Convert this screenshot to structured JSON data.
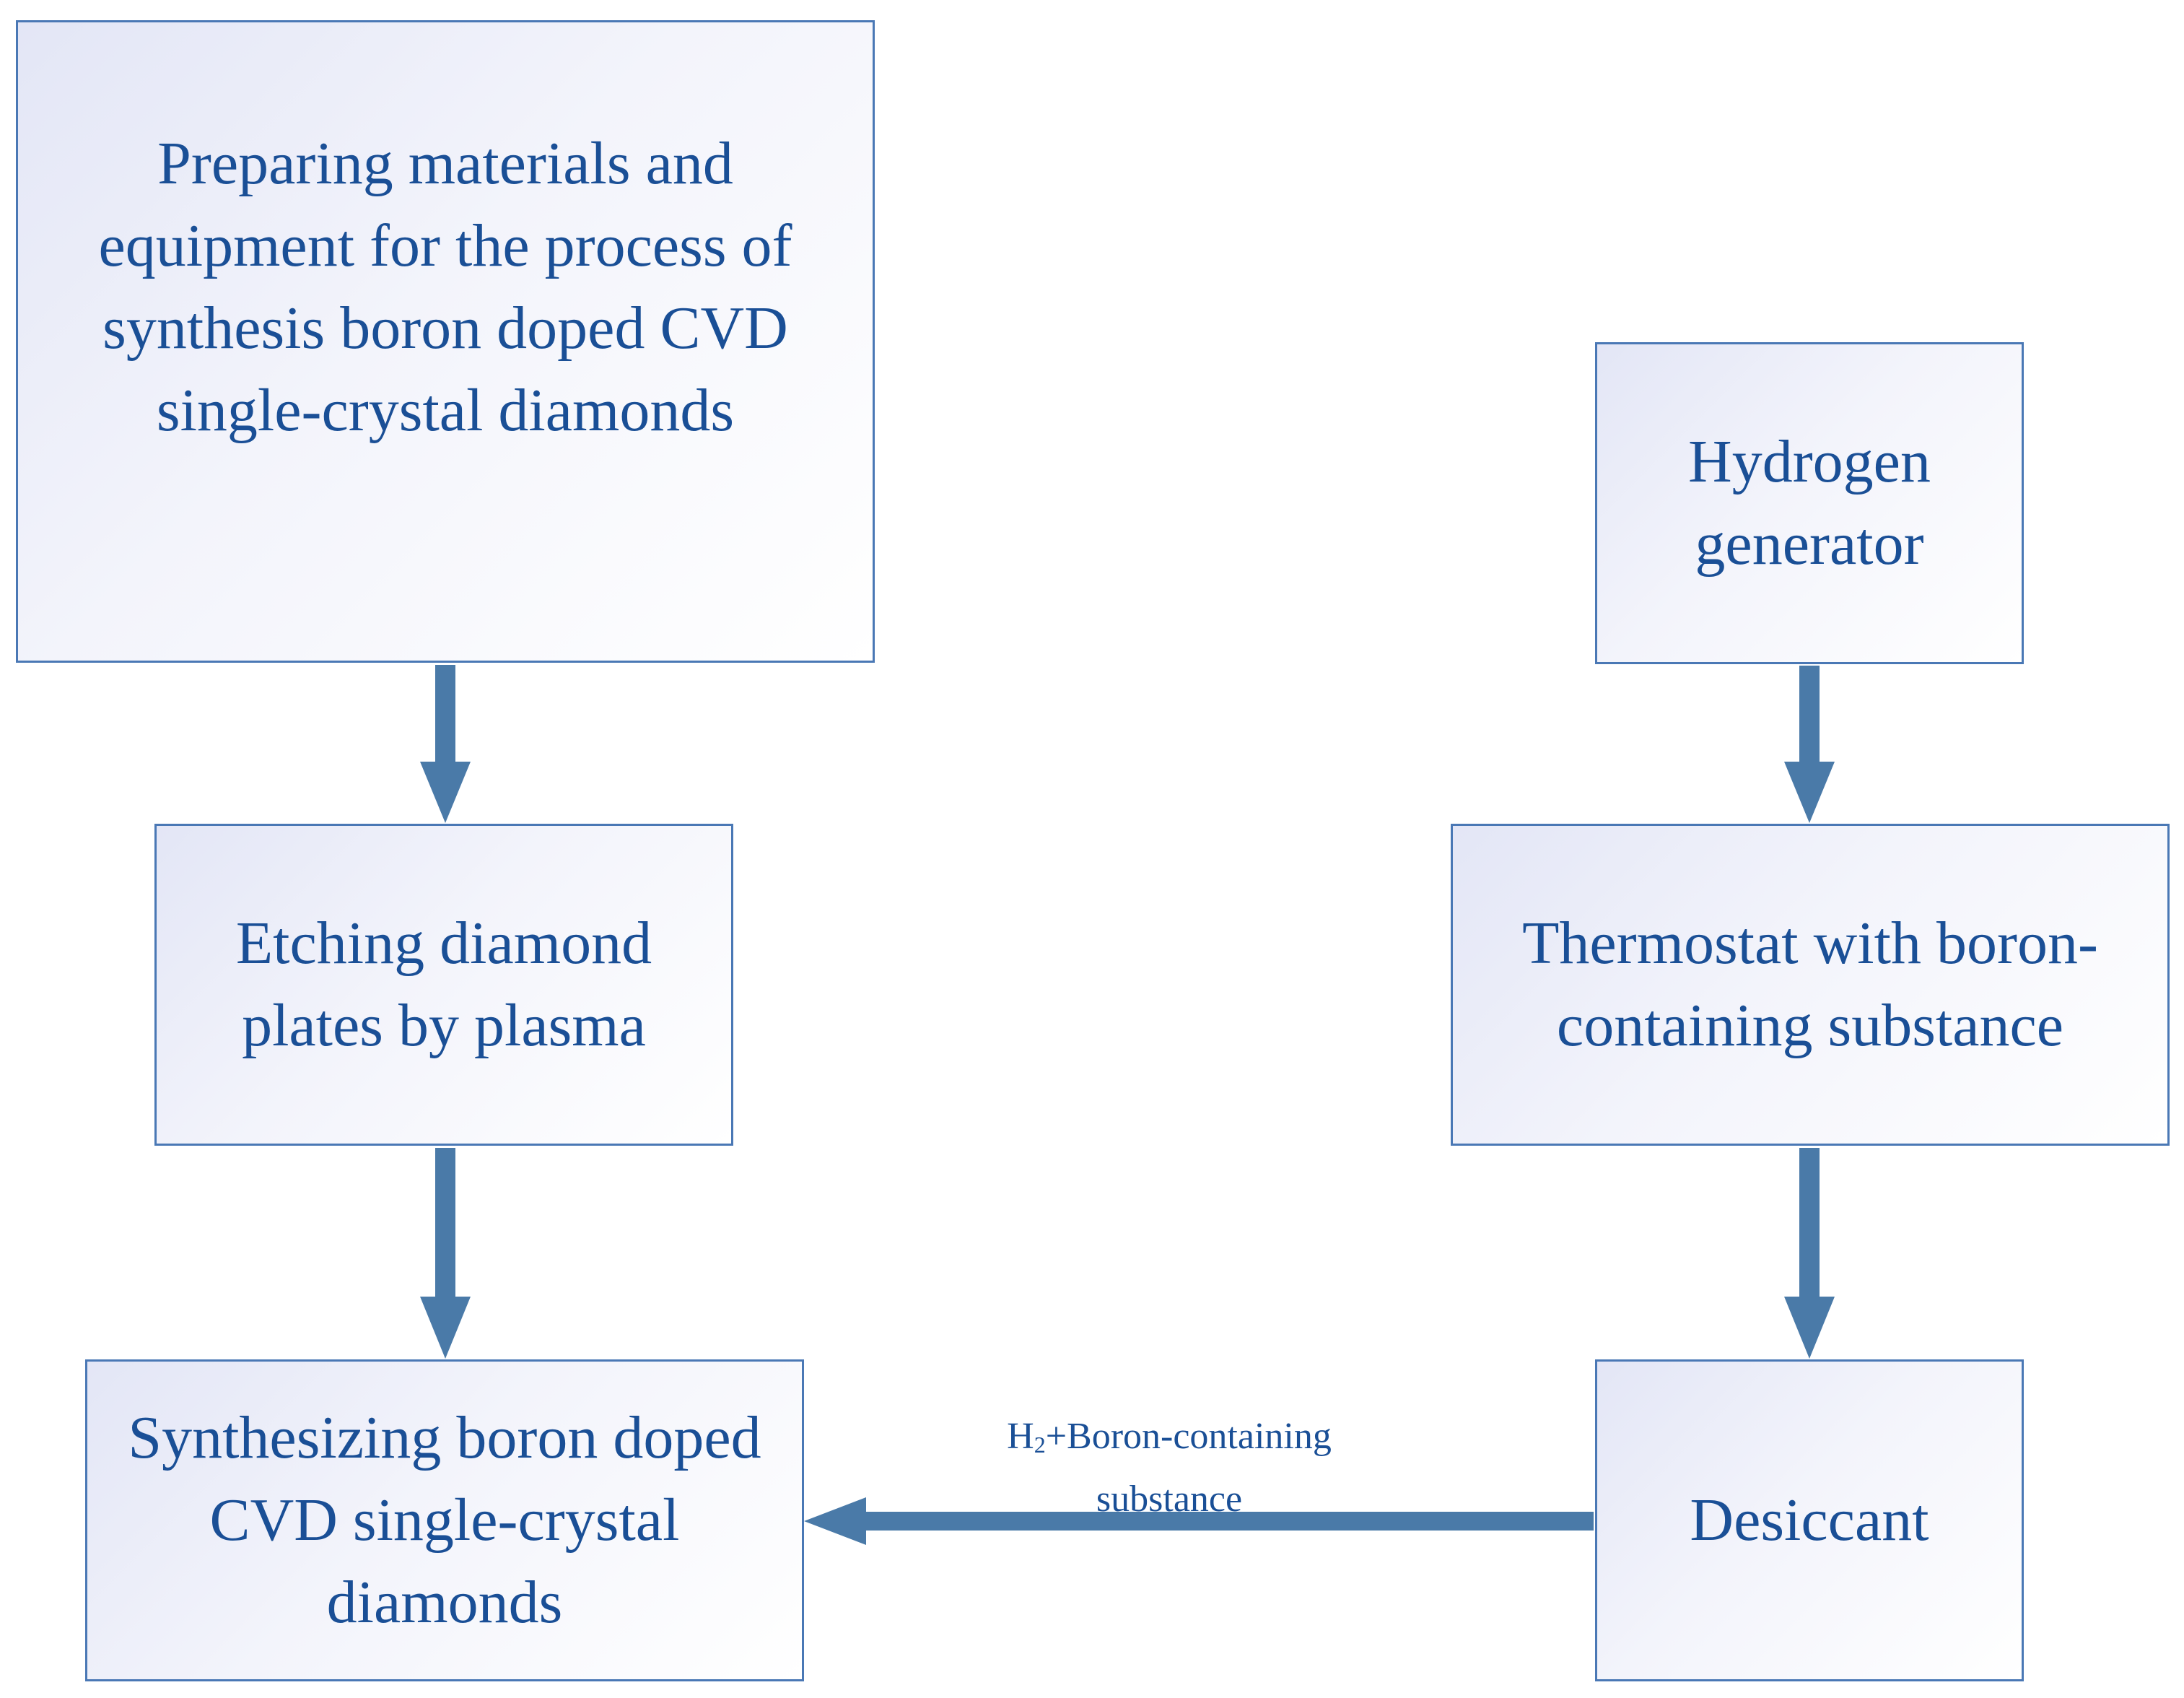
{
  "diagram": {
    "boxes": {
      "prepare": "Preparing materials and equipment for the process of synthesis boron doped CVD single-crystal diamonds",
      "etch": "Etching diamond plates by plasma",
      "synthesize": "Synthesizing boron doped CVD single-crystal diamonds",
      "hydrogen_generator": "Hydrogen generator",
      "thermostat": "Thermostat with boron-containing substance",
      "desiccant": "Desiccant"
    },
    "flow_label": {
      "h_symbol": "H",
      "subscript": "2",
      "line1_rest": "+Boron-containing",
      "line2": "substance"
    },
    "edges": [
      {
        "from": "prepare",
        "to": "etch"
      },
      {
        "from": "etch",
        "to": "synthesize"
      },
      {
        "from": "hydrogen_generator",
        "to": "thermostat"
      },
      {
        "from": "thermostat",
        "to": "desiccant"
      },
      {
        "from": "desiccant",
        "to": "synthesize"
      }
    ],
    "colors": {
      "box_border": "#4a78b5",
      "text": "#1a4f96",
      "arrow": "#4a7aa8"
    }
  }
}
